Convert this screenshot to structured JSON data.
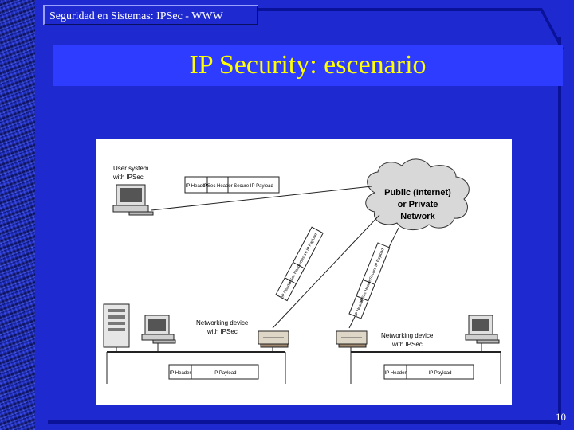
{
  "header": {
    "course_title": "Seguridad en Sistemas: IPSec - WWW"
  },
  "slide": {
    "title": "IP Security: escenario",
    "page_number": "10"
  },
  "diagram": {
    "user_system_label": [
      "User system",
      "with IPSec"
    ],
    "top_packet": [
      "IP Header",
      "IPSec Header",
      "Secure IP Payload"
    ],
    "cloud_label": [
      "Public (Internet)",
      "or Private",
      "Network"
    ],
    "left_device_label": [
      "Networking device",
      "with IPSec"
    ],
    "right_device_label": [
      "Networking device",
      "with IPSec"
    ],
    "left_diag_packet": [
      "IP Header",
      "IPSec Header",
      "Secure IP Payload"
    ],
    "right_diag_packet": [
      "IP Header",
      "IPSec Header",
      "Secure IP Payload"
    ],
    "left_lan_packet": [
      "IP Header",
      "IP Payload"
    ],
    "right_lan_packet": [
      "IP Header",
      "IP Payload"
    ]
  }
}
